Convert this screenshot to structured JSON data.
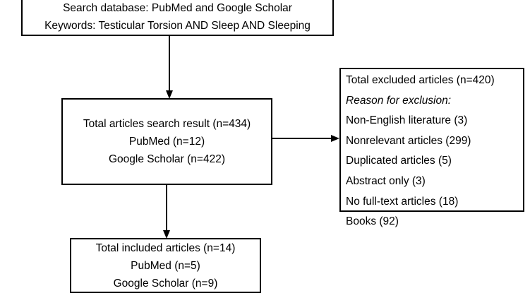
{
  "diagram": {
    "type": "prisma-flowchart",
    "title": "Literature search selection flow",
    "line_color": "#000000",
    "box_border_color": "#000000",
    "background_color": "#ffffff"
  },
  "search_box": {
    "lines": [
      "Search database: PubMed and Google Scholar",
      "Keywords: Testicular Torsion AND Sleep AND Sleeping"
    ]
  },
  "results_box": {
    "lines": [
      "Total articles search result (n=434)",
      "PubMed (n=12)",
      "Google Scholar (n=422)"
    ]
  },
  "excluded_box": {
    "heading": "Total excluded articles (n=420)",
    "subheading": "Reason for exclusion:",
    "reasons": [
      "Non-English literature (3)",
      "Nonrelevant articles (299)",
      "Duplicated articles (5)",
      "Abstract only (3)",
      "No full-text articles (18)",
      "Books (92)"
    ]
  },
  "included_box": {
    "lines": [
      "Total included articles (n=14)",
      "PubMed (n=5)",
      "Google Scholar (n=9)"
    ]
  },
  "connectors": [
    {
      "name": "search-to-results",
      "direction": "down"
    },
    {
      "name": "results-to-excluded",
      "direction": "right"
    },
    {
      "name": "results-to-included",
      "direction": "down"
    }
  ]
}
